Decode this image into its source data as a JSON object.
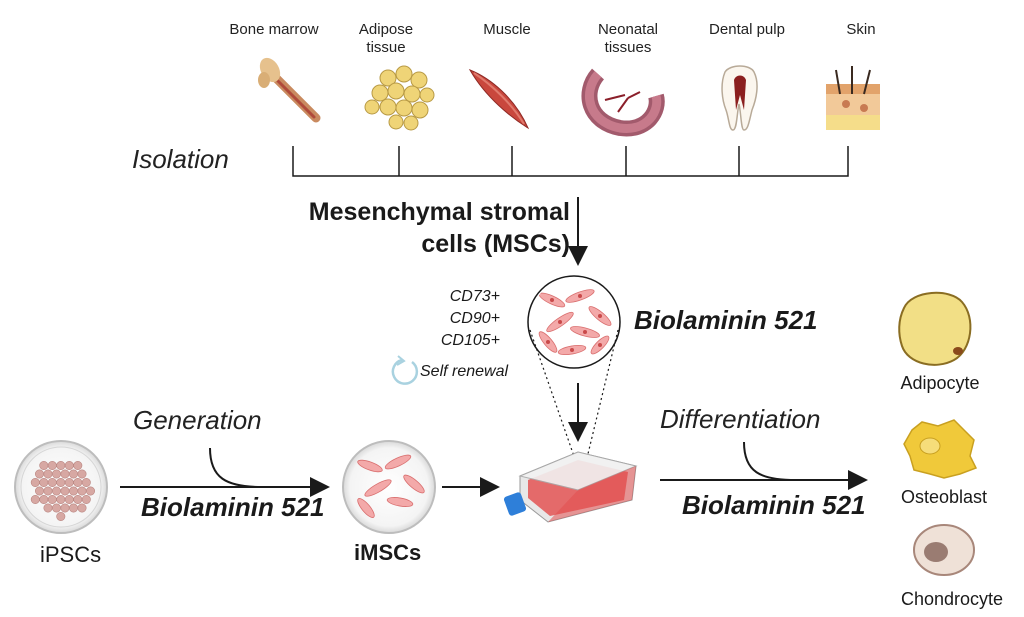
{
  "sources": [
    {
      "label": "Bone marrow",
      "icon": "bone-icon"
    },
    {
      "label": "Adipose\ntissue",
      "icon": "adipose-tissue-icon"
    },
    {
      "label": "Muscle",
      "icon": "muscle-icon"
    },
    {
      "label": "Neonatal\ntissues",
      "icon": "placenta-icon"
    },
    {
      "label": "Dental pulp",
      "icon": "tooth-icon"
    },
    {
      "label": "Skin",
      "icon": "skin-icon"
    }
  ],
  "isolation_label": "Isolation",
  "msc_label": "Mesenchymal stromal\ncells (MSCs)",
  "markers": [
    "CD73+",
    "CD90+",
    "CD105+"
  ],
  "self_renewal_label": "Self renewal",
  "biolaminin_msc": "Biolaminin 521",
  "generation_label": "Generation",
  "biolaminin_generation": "Biolaminin 521",
  "ipsc_label": "iPSCs",
  "imsc_label": "iMSCs",
  "differentiation_label": "Differentiation",
  "biolaminin_differentiation": "Biolaminin 521",
  "outputs": [
    {
      "label": "Adipocyte",
      "icon": "adipocyte-icon"
    },
    {
      "label": "Osteoblast",
      "icon": "osteoblast-icon"
    },
    {
      "label": "Chondrocyte",
      "icon": "chondrocyte-icon"
    }
  ],
  "colors": {
    "arrow": "#1a1a1a",
    "cell_pink": "#e88f8f",
    "flask_medium": "#e05a5a",
    "flask_cap": "#2e7fd9",
    "adipocyte": "#f2df86",
    "osteoblast": "#f0c93a",
    "chondrocyte": "#e8d7cc"
  }
}
